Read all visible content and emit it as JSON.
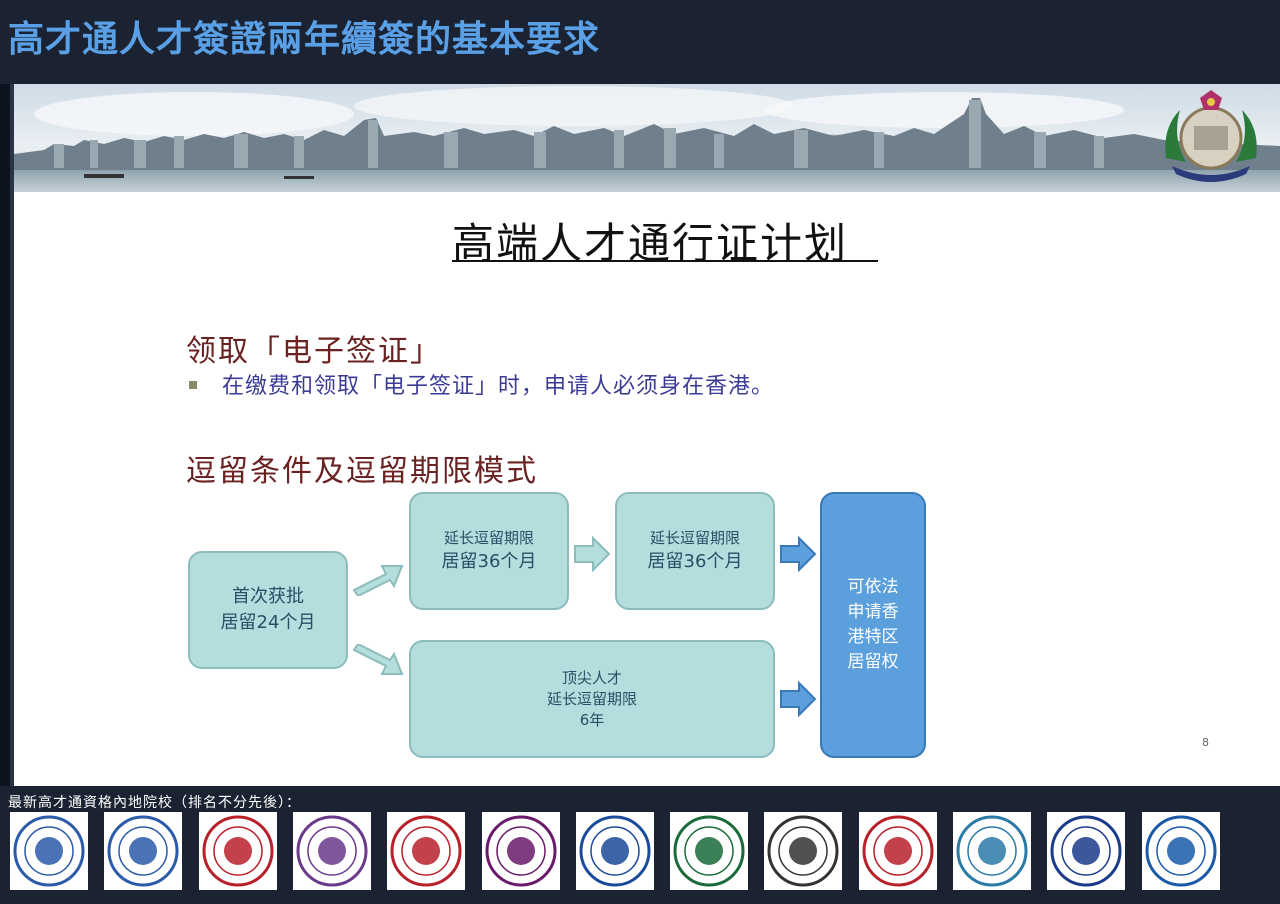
{
  "header": {
    "title": "高才通人才簽證兩年續簽的基本要求"
  },
  "slide": {
    "title": "高端人才通行证计划",
    "section1": {
      "heading": "领取「电子签证」",
      "bullet": "在缴费和领取「电子签证」时，申请人必须身在香港。"
    },
    "section2": {
      "heading": "逗留条件及逗留期限模式"
    },
    "flow": {
      "first": {
        "line1": "首次获批",
        "line2": "居留24个月"
      },
      "ext1": {
        "line1": "延长逗留期限",
        "line2": "居留36个月"
      },
      "ext2": {
        "line1": "延长逗留期限",
        "line2": "居留36个月"
      },
      "top": {
        "line1": "顶尖人才",
        "line2": "延长逗留期限",
        "line3": "6年"
      },
      "final": {
        "line1": "可依法",
        "line2": "申请香",
        "line3": "港特区",
        "line4": "居留权"
      }
    },
    "page_number": "8"
  },
  "footer": {
    "label": "最新高才通資格內地院校（排名不分先後）：",
    "logos": [
      {
        "name": "hust-logo",
        "color": "#2a5aa8"
      },
      {
        "name": "ustc-logo",
        "color": "#2a5aa8"
      },
      {
        "name": "pku-logo",
        "color": "#b8202a"
      },
      {
        "name": "tsinghua-logo",
        "color": "#6a3a8a"
      },
      {
        "name": "sjtu-logo",
        "color": "#b8202a"
      },
      {
        "name": "nju-logo",
        "color": "#6a1a6a"
      },
      {
        "name": "zju-logo",
        "color": "#1a4a9a"
      },
      {
        "name": "sysu-logo",
        "color": "#1a6a3a"
      },
      {
        "name": "whu-logo",
        "color": "#333333"
      },
      {
        "name": "xjtu-logo",
        "color": "#b8202a"
      },
      {
        "name": "hit-logo",
        "color": "#2a7aa8"
      },
      {
        "name": "fudan-logo",
        "color": "#1a3a8a"
      },
      {
        "name": "csu-logo",
        "color": "#1a5aa8"
      }
    ]
  },
  "colors": {
    "title_blue": "#5aa0e6",
    "heading_red": "#6b2222",
    "bullet_blue": "#3b3c96",
    "box_teal": "#b4dede",
    "box_final_blue": "#5b9fdc"
  }
}
